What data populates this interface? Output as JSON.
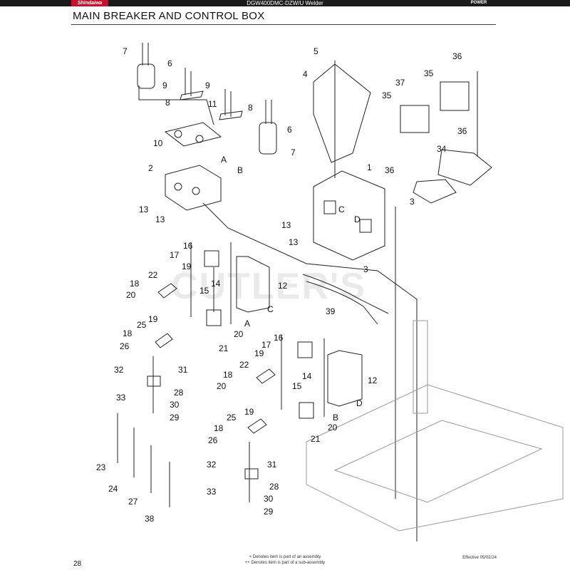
{
  "header": {
    "logo_text": "Shindaiwa",
    "model_title": "DGW400DMC-DZW/U Welder",
    "brand_right": "POWER"
  },
  "page": {
    "title": "MAIN BREAKER AND CONTROL BOX",
    "page_number": "28",
    "footnote_1": "+ Denotes item is part of an assembly",
    "footnote_2": "++ Denotes item is part of a sub-assembly",
    "effective": "Effective 05/02/24"
  },
  "watermark": "CUTLER'S",
  "callouts": [
    "7",
    "6",
    "9",
    "8",
    "9",
    "11",
    "8",
    "10",
    "6",
    "7",
    "5",
    "4",
    "36",
    "37",
    "35",
    "35",
    "36",
    "34",
    "36",
    "1",
    "2",
    "A",
    "B",
    "13",
    "13",
    "C",
    "3",
    "D",
    "13",
    "13",
    "3",
    "16",
    "17",
    "19",
    "22",
    "18",
    "20",
    "15",
    "14",
    "12",
    "C",
    "39",
    "19",
    "25",
    "18",
    "26",
    "21",
    "A",
    "20",
    "32",
    "31",
    "28",
    "33",
    "30",
    "29",
    "16",
    "17",
    "19",
    "22",
    "18",
    "20",
    "14",
    "15",
    "12",
    "D",
    "19",
    "25",
    "18",
    "26",
    "21",
    "B",
    "20",
    "32",
    "31",
    "28",
    "33",
    "30",
    "29",
    "23",
    "24",
    "27",
    "38"
  ]
}
